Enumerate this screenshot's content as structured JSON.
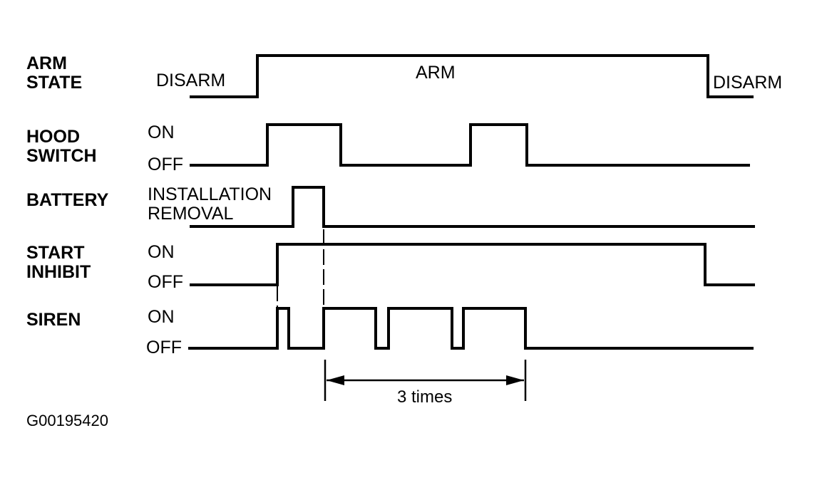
{
  "signals": [
    {
      "label": "ARM\nSTATE",
      "levels": [
        "DISARM",
        "ARM",
        "DISARM"
      ]
    },
    {
      "label": "HOOD\nSWITCH",
      "levels": [
        "ON",
        "OFF"
      ]
    },
    {
      "label": "BATTERY",
      "levels": [
        "INSTALLATION\nREMOVAL"
      ]
    },
    {
      "label": "START\nINHIBIT",
      "levels": [
        "ON",
        "OFF"
      ]
    },
    {
      "label": "SIREN",
      "levels": [
        "ON",
        "OFF"
      ]
    }
  ],
  "dimension": {
    "label": "3 times"
  },
  "figure_id": "G00195420"
}
